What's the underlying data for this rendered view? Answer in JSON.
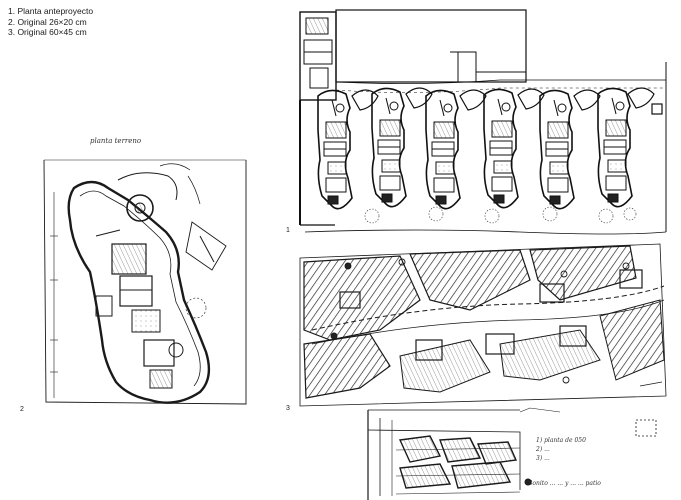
{
  "caption": {
    "lines": [
      "1. Planta anteproyecto",
      "2. Original 26×20 cm",
      "3. Original 60×45 cm"
    ]
  },
  "figure_labels": {
    "fig1": "1",
    "fig2": "2",
    "fig3": "3"
  },
  "handwritten": {
    "sketch2_title": "planta terreno",
    "site_note_1": "1) planta de 050",
    "site_note_2": "2) ...",
    "site_note_3": "3) ...",
    "site_note_4": "Bonito ... ... y ... ... patio"
  }
}
